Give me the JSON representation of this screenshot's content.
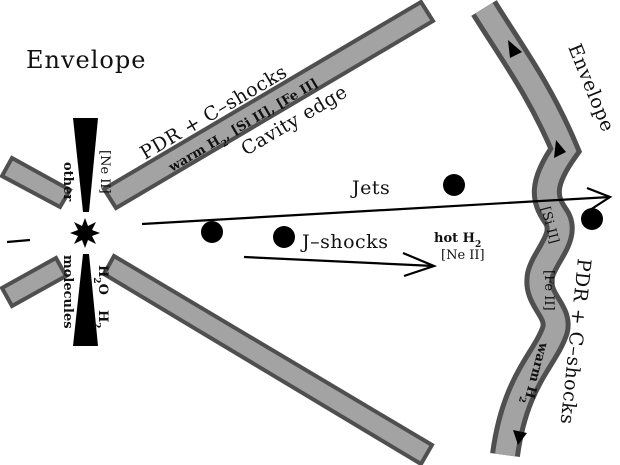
{
  "diagram": {
    "title": "Protostellar outflow cavity schematic",
    "colors": {
      "wall_fill": "#a3a3a3",
      "wall_edge": "#4f4f4f",
      "ink": "#000000"
    },
    "labels": {
      "envelope_left": "Envelope",
      "envelope_right": "Envelope",
      "cavity_pdr": "PDR + C–shocks",
      "cavity_species_prefix": "warm H",
      "cavity_species_sub": "2",
      "cavity_species_rest": ", [Si II], [Fe II]",
      "cavity_edge": "Cavity edge",
      "jets": "Jets",
      "jshocks": "J–shocks",
      "hot_h2_prefix": "hot H",
      "hot_h2_sub": "2",
      "hot_neii": "[Ne II]",
      "disk_neii": "[Ne II]",
      "disk_other": "other",
      "disk_molecules": "molecules",
      "disk_h2o_prefix": "H",
      "disk_h2o_sub": "2",
      "disk_h2o_suffix": "O",
      "disk_h2_prefix": "H",
      "disk_h2_sub": "2",
      "bowshock_siii": "[Si II]",
      "bowshock_feii": "[Fe II]",
      "bowshock_warm_prefix": "warm H",
      "bowshock_warm_sub": "2",
      "bowshock_pdr": "PDR + C–shocks"
    },
    "icons": {
      "protostar": "star-burst-icon",
      "knot": "filled-circle",
      "flow_arrow": "arrowhead-icon"
    }
  }
}
